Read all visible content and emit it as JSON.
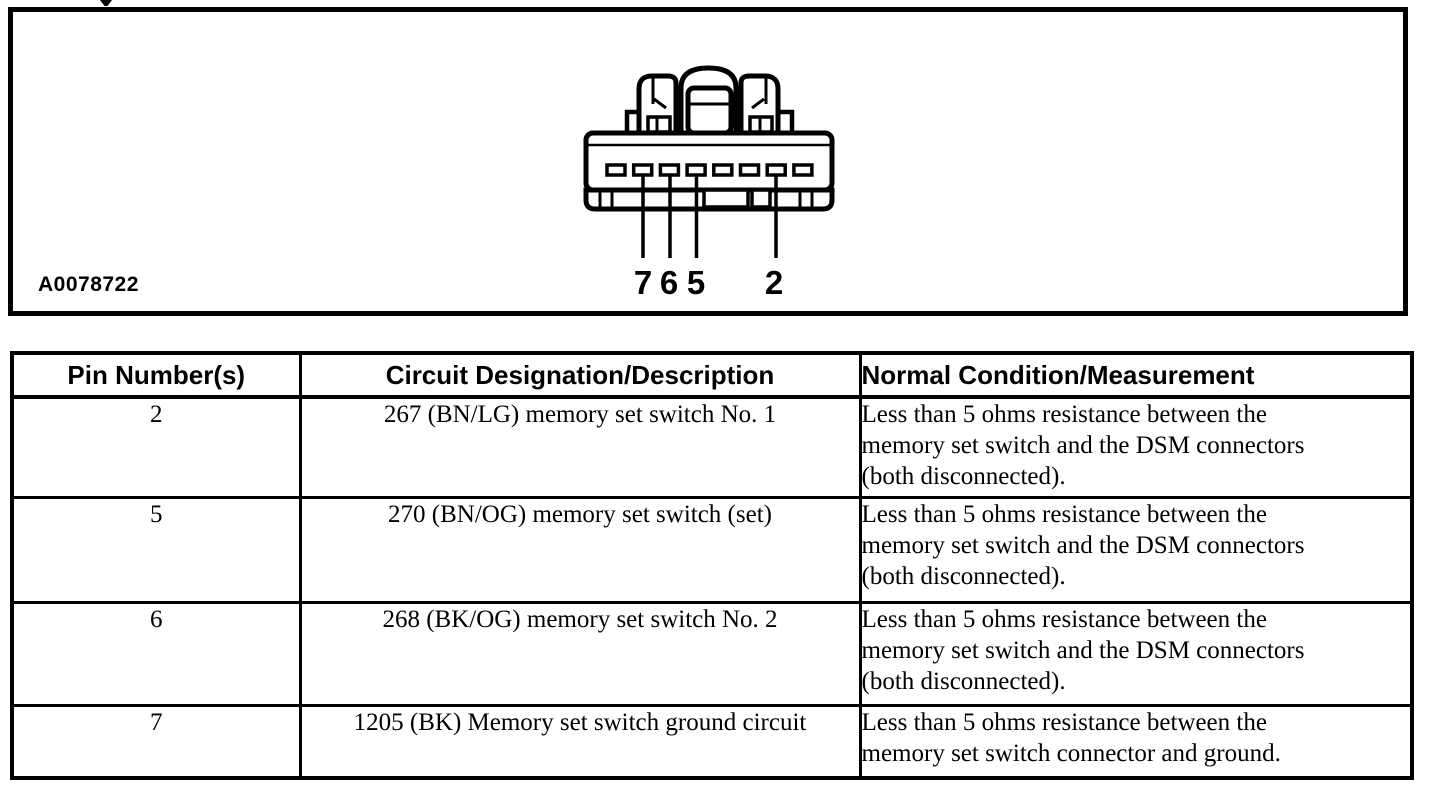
{
  "figure": {
    "label": "A0078722",
    "pin_labels": [
      "7",
      "6",
      "5",
      "2"
    ]
  },
  "table": {
    "headers": [
      "Pin Number(s)",
      "Circuit Designation/Description",
      "Normal Condition/Measurement"
    ],
    "rows": [
      {
        "pin": "2",
        "circuit": "267 (BN/LG) memory set switch No. 1",
        "condition": [
          "Less than 5 ohms resistance between the",
          "memory set switch and the DSM connectors",
          "(both disconnected)."
        ]
      },
      {
        "pin": "5",
        "circuit": "270 (BN/OG) memory set switch (set)",
        "condition": [
          "Less than 5 ohms resistance between the",
          "memory set switch and the DSM connectors",
          "(both disconnected)."
        ]
      },
      {
        "pin": "6",
        "circuit": "268 (BK/OG) memory set switch No. 2",
        "condition": [
          "Less than 5 ohms resistance between the",
          "memory set switch and the DSM connectors",
          "(both disconnected)."
        ]
      },
      {
        "pin": "7",
        "circuit": "1205 (BK) Memory set switch ground circuit",
        "condition": [
          "Less than 5 ohms resistance between the",
          "memory set switch connector and ground."
        ]
      }
    ]
  },
  "colors": {
    "ink": "#000000",
    "paper": "#ffffff"
  }
}
